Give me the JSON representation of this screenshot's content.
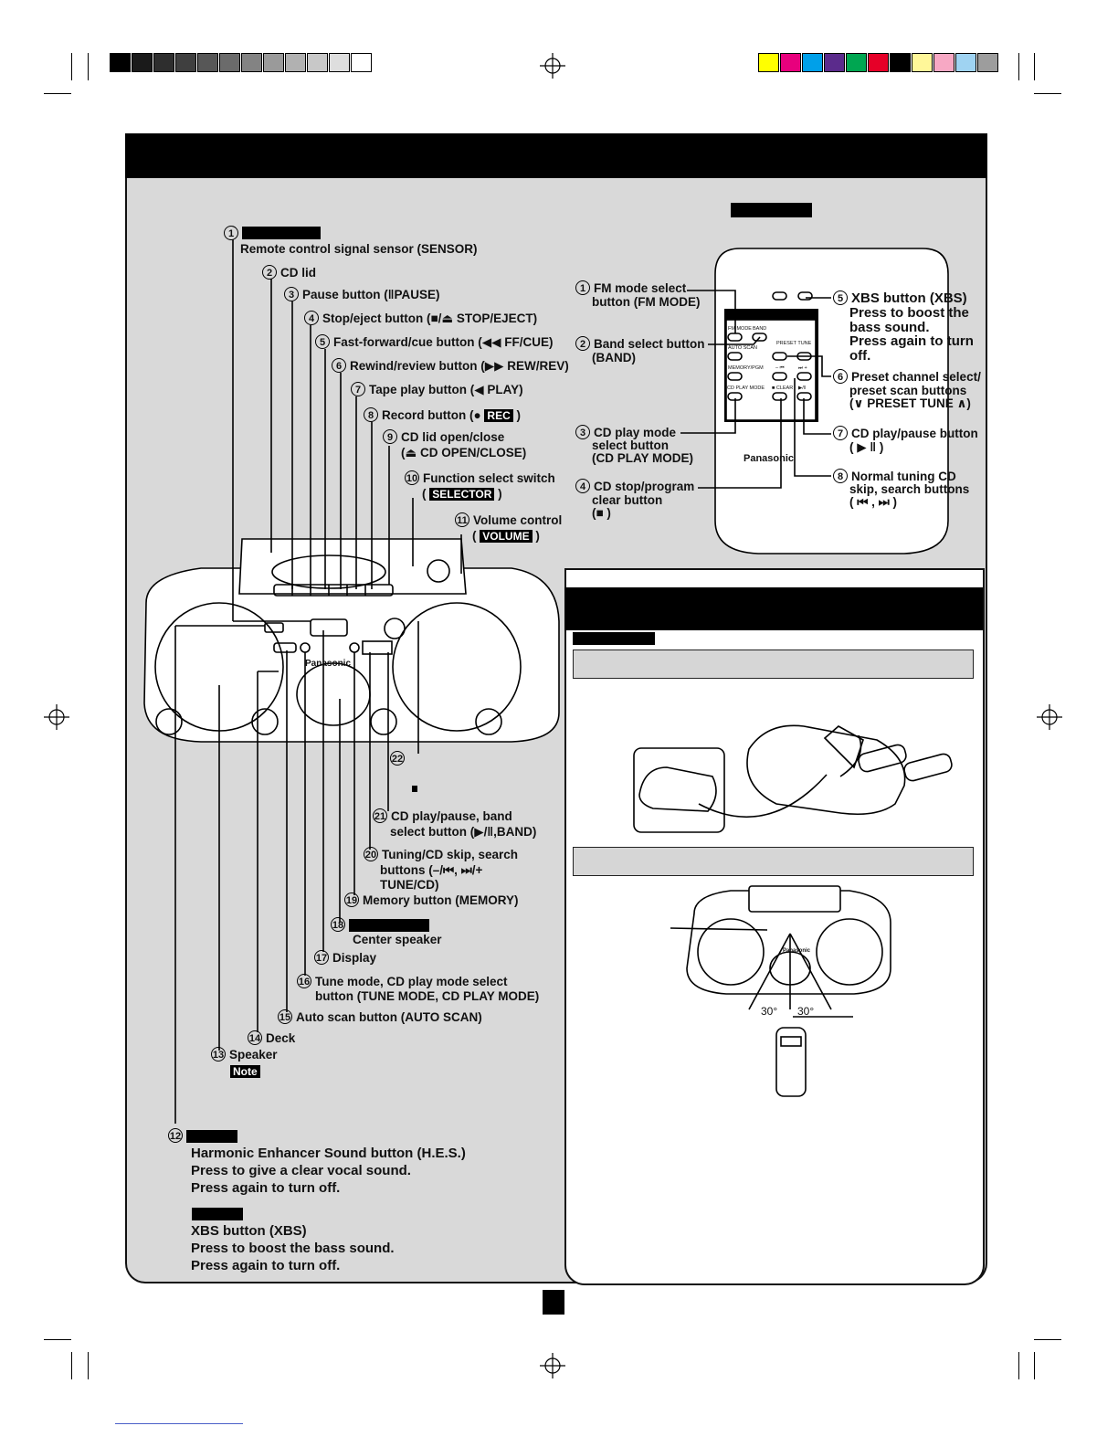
{
  "colorbar": {
    "grays": [
      "#000000",
      "#1a1a1a",
      "#2e2e2e",
      "#3f3f3f",
      "#575757",
      "#6b6b6b",
      "#838383",
      "#9a9a9a",
      "#b1b1b1",
      "#c8c8c8",
      "#dedede",
      "#ffffff"
    ],
    "colors": [
      "#ffff00",
      "#e8007d",
      "#00a0e9",
      "#5b2b8c",
      "#00a651",
      "#e60028",
      "#000000",
      "#fff799",
      "#f7a8c4",
      "#9fd3f2",
      "#9d9d9d"
    ]
  },
  "main_unit": {
    "sensor_label": "Remote control signal sensor (SENSOR)",
    "items": [
      {
        "n": "2",
        "text": "CD lid"
      },
      {
        "n": "3",
        "text": "Pause button (‖PAUSE)"
      },
      {
        "n": "4",
        "text": "Stop/eject button (■/⏏ STOP/EJECT)"
      },
      {
        "n": "5",
        "text": "Fast-forward/cue button (◀◀ FF/CUE)"
      },
      {
        "n": "6",
        "text": "Rewind/review button (▶▶ REW/REV)"
      },
      {
        "n": "7",
        "text": "Tape play button (◀ PLAY)"
      },
      {
        "n": "8",
        "text": "Record button (●"
      },
      {
        "n": "9",
        "text": "CD lid open/close"
      },
      {
        "n": "10",
        "text": "Function select switch"
      },
      {
        "n": "11",
        "text": "Volume control"
      }
    ],
    "rec_tag": "REC",
    "cd_open_close": "(⏏ CD OPEN/CLOSE)",
    "selector_tag": "SELECTOR",
    "volume_tag": "VOLUME",
    "lower_items": [
      {
        "n": "21",
        "text": "CD play/pause, band"
      },
      {
        "n": "20",
        "text": "Tuning/CD skip, search"
      },
      {
        "n": "19",
        "text": "Memory button (MEMORY)"
      },
      {
        "n": "17",
        "text": "Display"
      },
      {
        "n": "16",
        "text": "Tune mode, CD play mode select"
      },
      {
        "n": "15",
        "text": "Auto scan button (AUTO SCAN)"
      },
      {
        "n": "14",
        "text": "Deck"
      },
      {
        "n": "13",
        "text": "Speaker"
      }
    ],
    "item21_line2": "select button (▶/‖,BAND)",
    "item20_line2": "buttons (–/⏮, ⏭/+",
    "item20_line3": "TUNE/CD)",
    "item18_sub": "Center speaker",
    "item16_line2": "button (TUNE MODE, CD PLAY MODE)",
    "note_tag": "Note",
    "item12_lines": [
      "Harmonic Enhancer Sound button (H.E.S.)",
      "Press to give a clear vocal sound.",
      "Press again to turn off."
    ],
    "item12b_lines": [
      "XBS button (XBS)",
      "Press to boost the bass sound.",
      "Press again to turn off."
    ],
    "brand": "Panasonic"
  },
  "remote": {
    "left_items": [
      {
        "n": "1",
        "lines": [
          "FM mode select",
          "button (FM MODE)"
        ]
      },
      {
        "n": "2",
        "lines": [
          "Band select button",
          "(BAND)"
        ]
      },
      {
        "n": "3",
        "lines": [
          "CD play mode",
          "select button",
          "(CD PLAY MODE)"
        ]
      },
      {
        "n": "4",
        "lines": [
          "CD stop/program",
          "clear button",
          "(■            )"
        ]
      }
    ],
    "right_items": [
      {
        "n": "5",
        "lines": [
          "XBS button (XBS)",
          "Press to boost the",
          "bass sound.",
          "Press again to turn",
          "off."
        ]
      },
      {
        "n": "6",
        "lines": [
          "Preset channel select/",
          "preset scan buttons",
          "(∨ PRESET TUNE ∧)"
        ]
      },
      {
        "n": "7",
        "lines": [
          "CD play/pause button",
          "( ▶ ‖ )"
        ]
      },
      {
        "n": "8",
        "lines": [
          "Normal tuning CD",
          "skip, search buttons",
          "(    ⏮ , ⏭    )"
        ]
      }
    ],
    "button_labels": [
      "FM MODE",
      "BAND",
      "AUTO SCAN",
      "PRESET TUNE",
      "MEMORY/PGM",
      "– ⏮",
      "⏭ +",
      "CD PLAY MODE",
      "■ CLEAR",
      "▶/‖"
    ],
    "brand": "Panasonic"
  },
  "right_section": {
    "angle_left": "30°",
    "angle_right": "30°",
    "boombox_brand": "Panasonic"
  }
}
